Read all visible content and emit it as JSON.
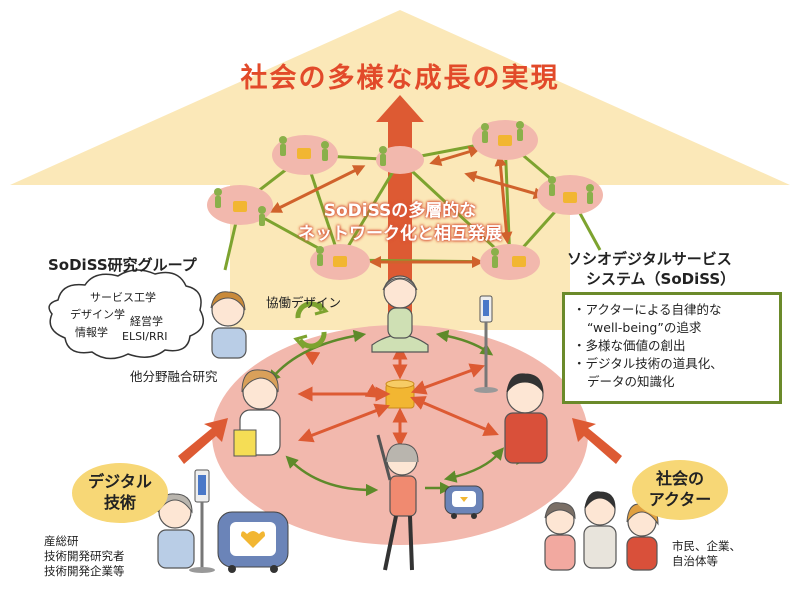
{
  "title": "社会の多様な成長の実現",
  "network_label": [
    "SoDiSSの多層的な",
    "ネットワーク化と相互発展"
  ],
  "research_group": {
    "title": "SoDiSS研究グループ",
    "cloud_items": [
      "サービス工学",
      "デザイン学",
      "経営学",
      "情報学",
      "ELSI/RRI"
    ]
  },
  "co_design": "協働デザイン",
  "interdisciplinary": "他分野融合研究",
  "sodiss_system": {
    "title_lines": [
      "ソシオデジタルサービス",
      "システム（SoDiSS）"
    ],
    "items": [
      "・アクターによる自律的な",
      "“well-being”の追求",
      "・多様な価値の創出",
      "・デジタル技術の道具化、",
      "データの知識化"
    ]
  },
  "digital_tech": {
    "bubble_lines": [
      "デジタル",
      "技術"
    ],
    "orgs": [
      "産総研",
      "技術開発研究者",
      "技術開発企業等"
    ]
  },
  "social_actors": {
    "bubble_lines": [
      "社会の",
      "アクター"
    ],
    "orgs": [
      "市民、企業、",
      "自治体等"
    ]
  },
  "colors": {
    "title": "#e24a2a",
    "arrow_bg": "#fbe8b8",
    "network_link": "#7da32f",
    "ellipse": "#f2b8ad",
    "box_border": "#6b8a2a",
    "bubble": "#f7d776",
    "database": "#f2b632",
    "arrow_red": "#dd5a33"
  },
  "icons": [
    "database-icon",
    "person-icon",
    "robot-icon",
    "signal-pole-icon",
    "cycle-arrows-icon"
  ]
}
